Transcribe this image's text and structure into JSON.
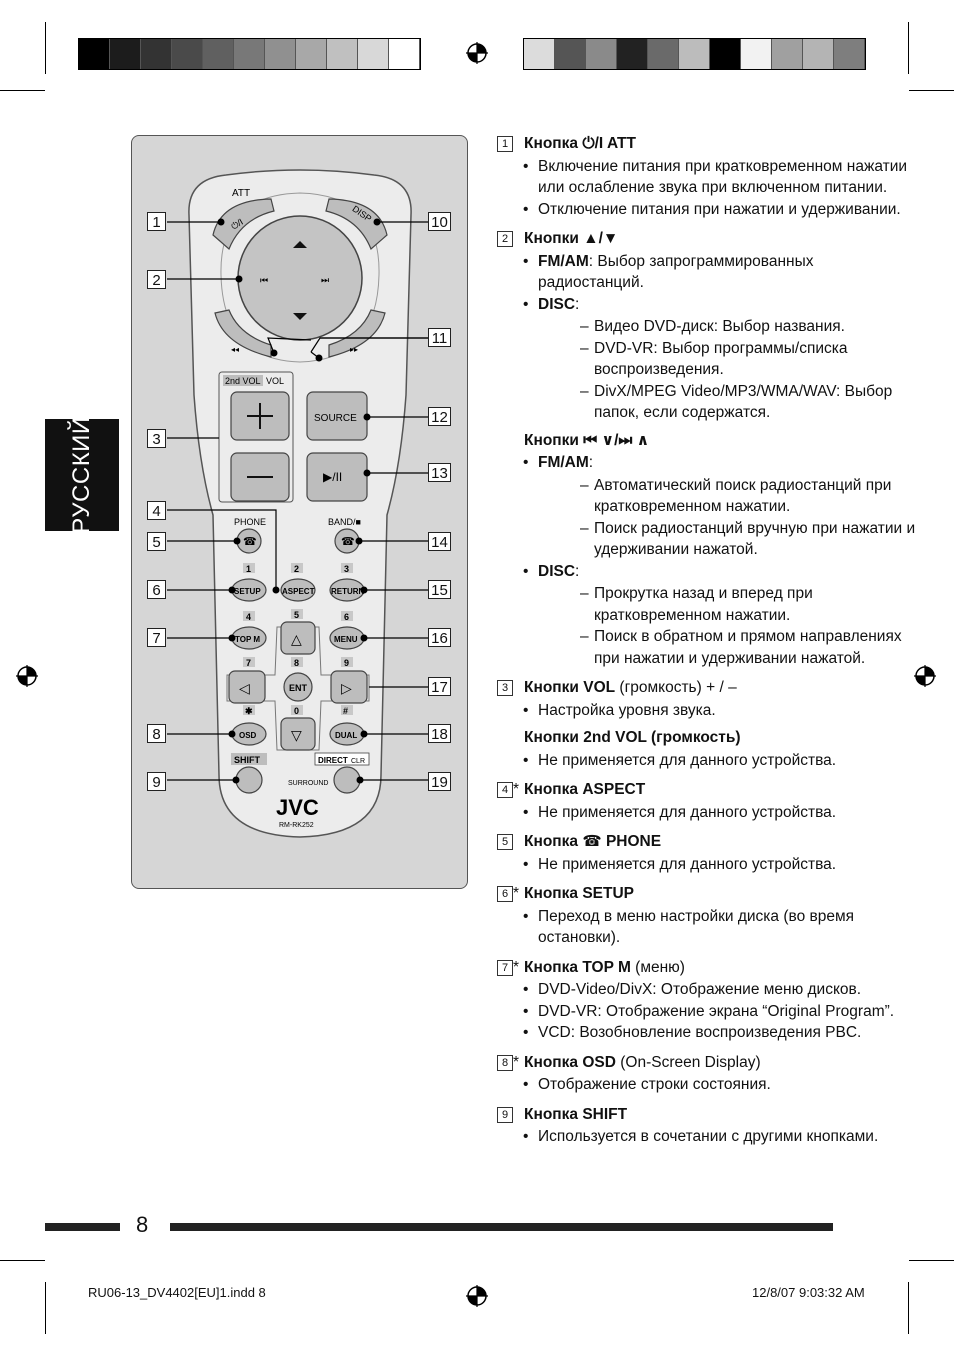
{
  "language_tab": "РУССКИЙ",
  "page_number": "8",
  "footer": {
    "left": "RU06-13_DV4402[EU]1.indd   8",
    "right": "12/8/07   9:03:32 AM"
  },
  "swatches_left": [
    "#000000",
    "#1c1c1c",
    "#333333",
    "#4a4a4a",
    "#606060",
    "#787878",
    "#909090",
    "#a8a8a8",
    "#c0c0c0",
    "#d8d8d8",
    "#ffffff"
  ],
  "swatches_right": [
    "#dcdcdc",
    "#555555",
    "#8a8a8a",
    "#222222",
    "#6a6a6a",
    "#bcbcbc",
    "#000000",
    "#f2f2f2",
    "#a0a0a0",
    "#b4b4b4",
    "#7e7e7e"
  ],
  "remote": {
    "labels": {
      "att": "ATT",
      "power": "⏻/I",
      "disp": "DISP",
      "vol2": "2nd VOL",
      "vol": "VOL",
      "source": "SOURCE",
      "play": "▶/II",
      "phone": "PHONE",
      "band": "BAND/■",
      "setup": "SETUP",
      "aspect": "ASPECT",
      "return": "RETURN",
      "topm": "TOP M",
      "menu": "MENU",
      "ent": "ENT",
      "osd": "OSD",
      "dual": "DUAL",
      "shift": "SHIFT",
      "direct": "DIRECT",
      "clr": "CLR",
      "surround": "SURROUND",
      "brand": "JVC",
      "model": "RM-RK252",
      "d1": "1",
      "d2": "2",
      "d3": "3",
      "d4": "4",
      "d5": "5",
      "d6": "6",
      "d7": "7",
      "d8": "8",
      "d9": "9",
      "d0": "0",
      "star": "✱",
      "hash": "#"
    },
    "callouts": [
      "1",
      "2",
      "3",
      "4",
      "5",
      "6",
      "7",
      "8",
      "9",
      "10",
      "11",
      "12",
      "13",
      "14",
      "15",
      "16",
      "17",
      "18",
      "19"
    ]
  },
  "sections": [
    {
      "num": "1",
      "star": "",
      "title": "Кнопка ⏻/I ATT",
      "title_rest": "",
      "bullets": [
        {
          "text": "Включение питания при кратковременном нажатии или ослабление звука при включенном питании."
        },
        {
          "text": "Отключение питания при нажатии и удерживании."
        }
      ]
    },
    {
      "num": "2",
      "star": "",
      "title": "Кнопки ▲/▼",
      "title_rest": "",
      "bullets": [
        {
          "bold": "FM/AM",
          "text": ": Выбор запрограммированных радиостанций."
        },
        {
          "bold": "DISC",
          "text": ":",
          "dashes": [
            "Видео DVD-диск: Выбор названия.",
            "DVD-VR: Выбор программы/списка воспроизведения.",
            "DivX/MPEG Video/MP3/WMA/WAV: Выбор папок, если содержатся."
          ]
        }
      ],
      "sub": {
        "title": "Кнопки ⏮ ∨/⏭ ∧",
        "title_rest": "",
        "bullets": [
          {
            "bold": "FM/AM",
            "text": ":",
            "dashes": [
              "Автоматический поиск радиостанций при кратковременном нажатии.",
              "Поиск радиостанций вручную при нажатии и удерживании нажатой."
            ]
          },
          {
            "bold": "DISC",
            "text": ":",
            "dashes": [
              "Прокрутка назад и вперед при кратковременном нажатии.",
              "Поиск в обратном и прямом направлениях при нажатии и удерживании нажатой."
            ]
          }
        ]
      }
    },
    {
      "num": "3",
      "star": "",
      "title": "Кнопки VOL",
      "title_rest": " (громкость) + / –",
      "bullets": [
        {
          "text": "Настройка уровня звука."
        }
      ],
      "sub": {
        "title": "Кнопки 2nd VOL",
        "title_rest": " (громкость)",
        "bullets": [
          {
            "text": "Не применяется для данного устройства."
          }
        ]
      }
    },
    {
      "num": "4",
      "star": "*",
      "title": "Кнопка ASPECT",
      "title_rest": "",
      "bullets": [
        {
          "text": "Не применяется для данного устройства."
        }
      ]
    },
    {
      "num": "5",
      "star": "",
      "title": "Кнопка ☎ PHONE",
      "title_rest": "",
      "bullets": [
        {
          "text": "Не применяется для данного устройства."
        }
      ]
    },
    {
      "num": "6",
      "star": "*",
      "title": "Кнопка SETUP",
      "title_rest": "",
      "bullets": [
        {
          "text": "Переход в меню настройки диска (во время остановки)."
        }
      ]
    },
    {
      "num": "7",
      "star": "*",
      "title": "Кнопка TOP M",
      "title_rest": " (меню)",
      "bullets": [
        {
          "text": "DVD-Video/DivX: Отображение меню дисков."
        },
        {
          "text": "DVD-VR: Отображение экрана “Original Program”."
        },
        {
          "text": "VCD: Возобновление воспроизведения PBC."
        }
      ]
    },
    {
      "num": "8",
      "star": "*",
      "title": "Кнопка OSD",
      "title_rest": " (On-Screen Display)",
      "bullets": [
        {
          "text": "Отображение строки состояния."
        }
      ]
    },
    {
      "num": "9",
      "star": "",
      "title": "Кнопка SHIFT",
      "title_rest": "",
      "bullets": [
        {
          "text": "Используется в сочетании с другими кнопками."
        }
      ]
    }
  ]
}
